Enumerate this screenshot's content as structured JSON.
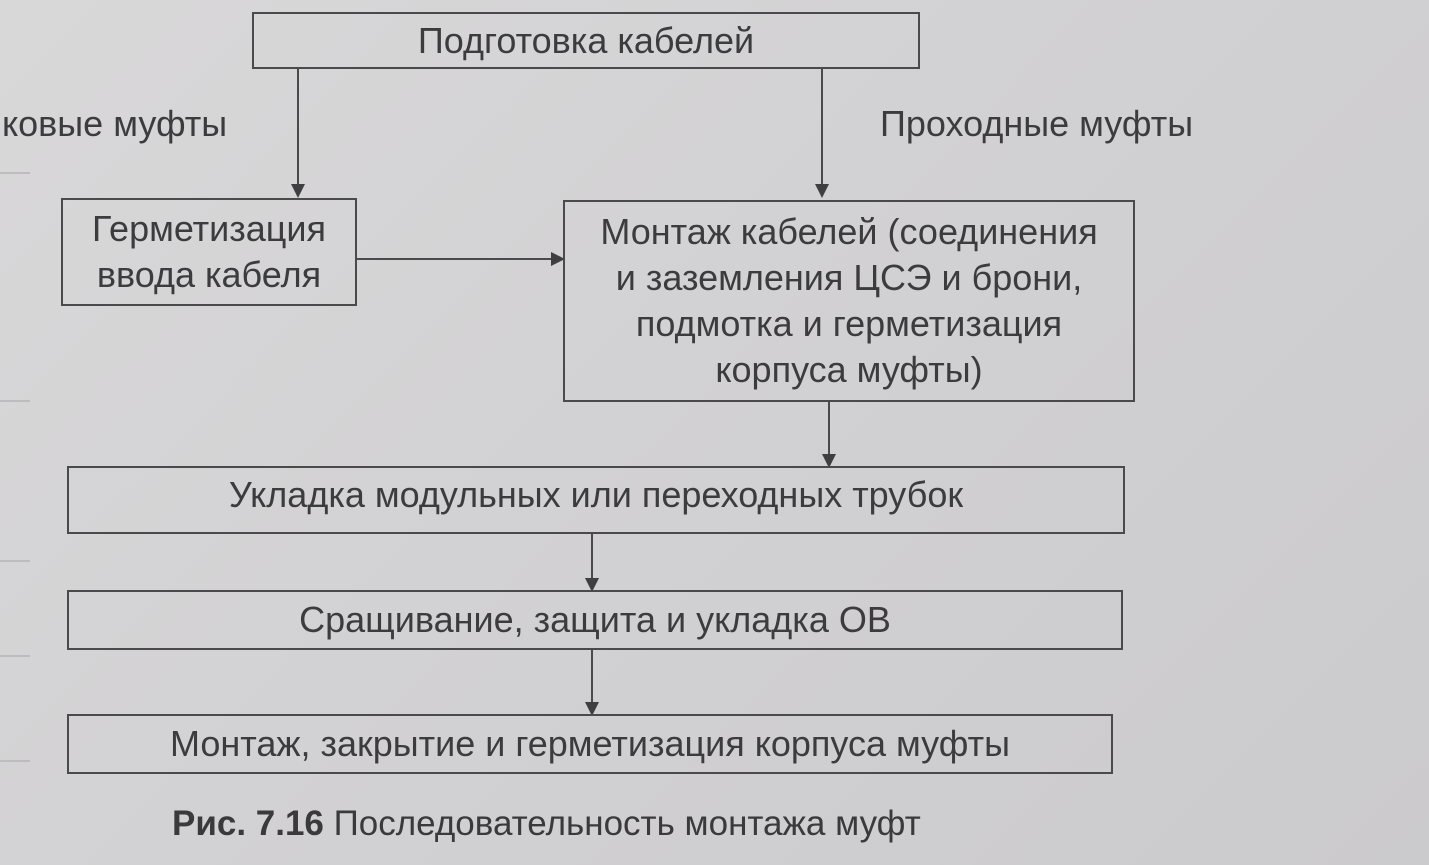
{
  "diagram": {
    "nodes": {
      "prep": "Подготовка кабелей",
      "seal_entry_line1": "Герметизация",
      "seal_entry_line2": "ввода кабеля",
      "mount_line1": "Монтаж кабелей (соединения",
      "mount_line2": "и заземления ЦСЭ и брони,",
      "mount_line3": "подмотка и герметизация",
      "mount_line4": "корпуса муфты)",
      "laying": "Укладка модульных или переходных трубок",
      "splicing": "Сращивание, защита и укладка ОВ",
      "closing": "Монтаж, закрытие и герметизация корпуса муфты"
    },
    "branch_labels": {
      "left": "ковые муфты",
      "right": "Проходные муфты"
    },
    "caption": {
      "number": "Рис. 7.16",
      "text": "Последовательность монтажа муфт"
    }
  },
  "colors": {
    "background": "#d2d1d3",
    "ink": "#3c3c3e",
    "line": "#4a4a4c"
  }
}
